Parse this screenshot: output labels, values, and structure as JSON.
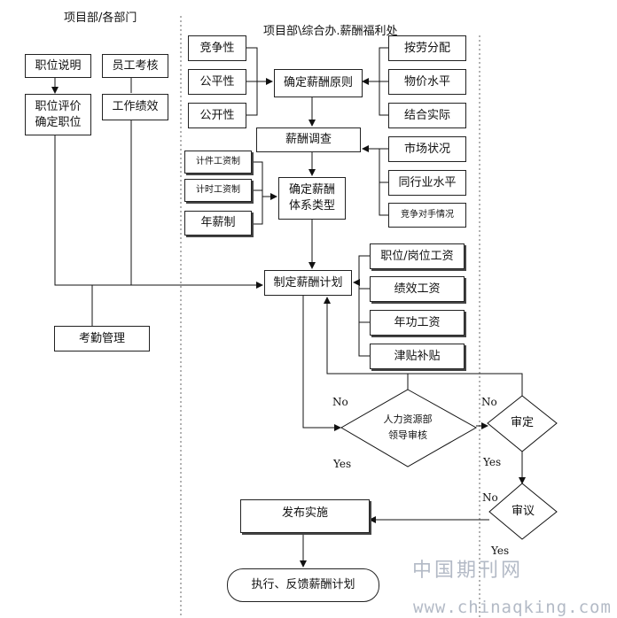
{
  "lanes": {
    "left_title": "项目部/各部门",
    "right_title": "项目部\\综合办.薪酬福利处"
  },
  "nodes": {
    "zwsm": "职位说明",
    "ygkh": "员工考核",
    "zwpj_1": "职位评价",
    "zwpj_2": "确定职位",
    "gzjx": "工作绩效",
    "kqgl": "考勤管理",
    "jzx": "竞争性",
    "gpx": "公平性",
    "gkx": "公开性",
    "qdxcyz": "确定薪酬原则",
    "alfp": "按劳分配",
    "wjsp": "物价水平",
    "jhsj": "结合实际",
    "xcdc": "薪酬调查",
    "scxk": "市场状况",
    "thysp": "同行业水平",
    "jzdsqk": "竞争对手情况",
    "jjgzz": "计件工资制",
    "jsgzz": "计时工资制",
    "nxz": "年薪制",
    "qdlx_1": "确定薪酬",
    "qdlx_2": "体系类型",
    "zdxcjh": "制定薪酬计划",
    "zwgwgz": "职位/岗位工资",
    "jxgz": "绩效工资",
    "nggz": "年功工资",
    "jtbt": "津贴补贴",
    "hr_1": "人力资源部",
    "hr_2": "领导审核",
    "sd": "审定",
    "sy": "审议",
    "fbss": "发布实施",
    "zxfk": "执行、反馈薪酬计划"
  },
  "flow_labels": {
    "no_hr": "No",
    "yes_hr": "Yes",
    "no_sd": "No",
    "yes_sd": "Yes",
    "no_sy": "No",
    "yes_sy": "Yes"
  },
  "watermark": {
    "cn": "中国期刊网",
    "url": "www.chinaqking.com"
  }
}
